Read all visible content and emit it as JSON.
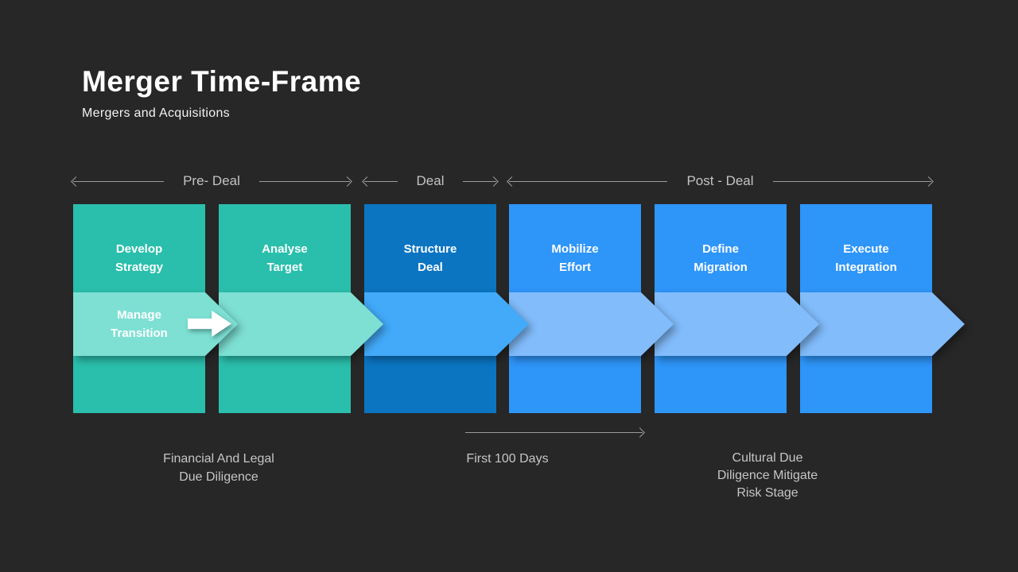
{
  "slide": {
    "title": "Merger Time-Frame",
    "subtitle": "Mergers and Acquisitions"
  },
  "phases": [
    {
      "label": "Pre- Deal"
    },
    {
      "label": "Deal"
    },
    {
      "label": "Post - Deal"
    }
  ],
  "stages": [
    {
      "label": "Develop\nStrategy",
      "band_label": "Manage\nTransition",
      "block_color": "#2abfac",
      "band_color": "#7de0d3"
    },
    {
      "label": "Analyse\nTarget",
      "band_label": "",
      "block_color": "#2abfac",
      "band_color": "#7de0d3"
    },
    {
      "label": "Structure\nDeal",
      "band_label": "",
      "block_color": "#0b75c2",
      "band_color": "#42aaf9"
    },
    {
      "label": "Mobilize\nEffort",
      "band_label": "",
      "block_color": "#2e95f9",
      "band_color": "#82bcfb"
    },
    {
      "label": "Define\nMigration",
      "band_label": "",
      "block_color": "#2e95f9",
      "band_color": "#82bcfb"
    },
    {
      "label": "Execute\nIntegration",
      "band_label": "",
      "block_color": "#2e95f9",
      "band_color": "#82bcfb"
    }
  ],
  "annotations": {
    "financial": "Financial And Legal\nDue Diligence",
    "first_100": "First 100 Days",
    "cultural": "Cultural Due\nDiligence Mitigate\nRisk Stage"
  },
  "colors": {
    "background": "#272727",
    "title_text": "#ffffff",
    "phase_text": "#c3c3c3",
    "arrow_line": "#9a9a9a",
    "block_text": "#ffffff",
    "annotation_text": "#c6c6c6",
    "white_arrow": "#ffffff"
  }
}
